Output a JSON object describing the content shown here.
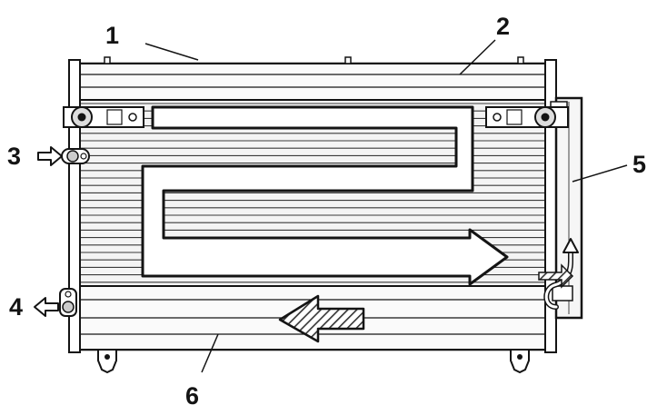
{
  "callouts": [
    {
      "id": "1",
      "label": "1"
    },
    {
      "id": "2",
      "label": "2"
    },
    {
      "id": "3",
      "label": "3"
    },
    {
      "id": "4",
      "label": "4"
    },
    {
      "id": "5",
      "label": "5"
    },
    {
      "id": "6",
      "label": "6"
    }
  ],
  "colors": {
    "ink": "#141414",
    "background": "#ffffff",
    "metal": "#f2f2f2",
    "fin_line": "#3a3a3a",
    "hatch": "#333333"
  }
}
